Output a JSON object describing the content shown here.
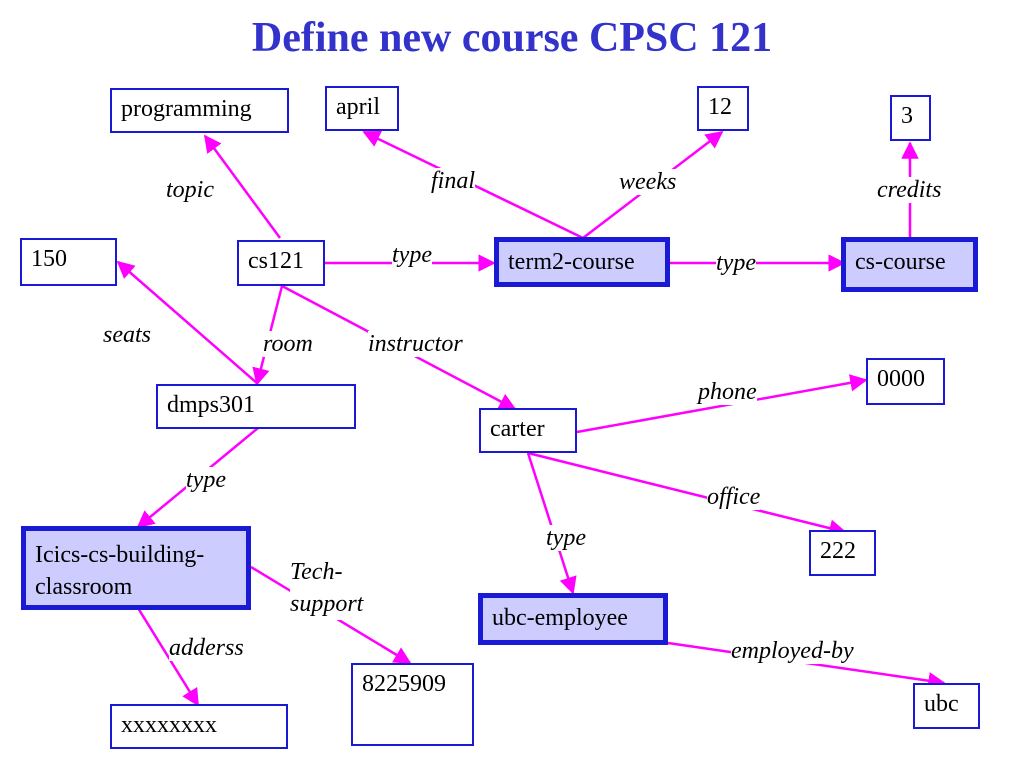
{
  "title": "Define new course CPSC 121",
  "colors": {
    "title": "#3333cc",
    "node_border": "#1a1ad6",
    "class_fill": "#ccccff",
    "edge": "#ff00ff"
  },
  "nodes": {
    "programming": "programming",
    "april": "april",
    "weeks_value": "12",
    "credits_value": "3",
    "seats_value": "150",
    "cs121": "cs121",
    "term2_course": "term2-course",
    "cs_course": "cs-course",
    "dmps301": "dmps301",
    "phone_value": "0000",
    "carter": "carter",
    "classroom": "Icics-cs-building-classroom",
    "office_value": "222",
    "ubc_employee": "ubc-employee",
    "tech_support_value": "8225909",
    "ubc": "ubc",
    "address_value": "xxxxxxxx"
  },
  "edge_labels": {
    "topic": "topic",
    "final": "final",
    "weeks": "weeks",
    "credits": "credits",
    "type_cs121": "type",
    "type_term2": "type",
    "seats": "seats",
    "room": "room",
    "instructor": "instructor",
    "phone": "phone",
    "type_dmps": "type",
    "office": "office",
    "type_carter": "type",
    "tech_support": "Tech-support",
    "adderss": "adderss",
    "employed_by": "employed-by"
  }
}
